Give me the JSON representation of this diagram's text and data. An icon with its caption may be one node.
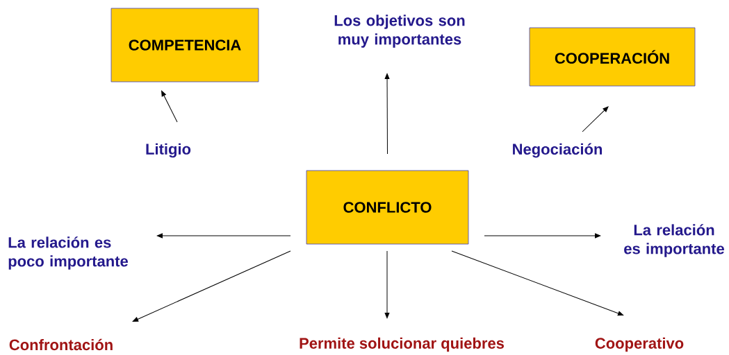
{
  "diagram": {
    "nodes": [
      {
        "text": [
          "COMPETENCIA"
        ]
      },
      {
        "text": [
          "Los objetivos son muy importantes"
        ]
      },
      {
        "text": [
          "COOPERACIÓN"
        ]
      },
      {
        "text": [
          "Litigio"
        ]
      },
      {
        "text": [
          "Negociación"
        ]
      },
      {
        "text": [
          "CONFLICTO"
        ]
      },
      {
        "text": [
          "La relación es poco importante"
        ]
      },
      {
        "text": [
          "La relación es importante"
        ]
      },
      {
        "text": [
          "Confrontación"
        ]
      },
      {
        "text": [
          "Permite solucionar quiebres"
        ]
      },
      {
        "text": [
          "Cooperativo"
        ]
      }
    ],
    "edges": [
      {
        "from": 3,
        "to": 0,
        "arrow": "to"
      },
      {
        "from": 4,
        "to": 2,
        "arrow": "to"
      },
      {
        "from": 5,
        "to": 1,
        "arrow": "to"
      },
      {
        "from": 5,
        "to": 6,
        "arrow": "to"
      },
      {
        "from": 5,
        "to": 7,
        "arrow": "to"
      },
      {
        "from": 5,
        "to": 8,
        "arrow": "to"
      },
      {
        "from": 5,
        "to": 9,
        "arrow": "to"
      },
      {
        "from": 5,
        "to": 10,
        "arrow": "to"
      }
    ]
  }
}
